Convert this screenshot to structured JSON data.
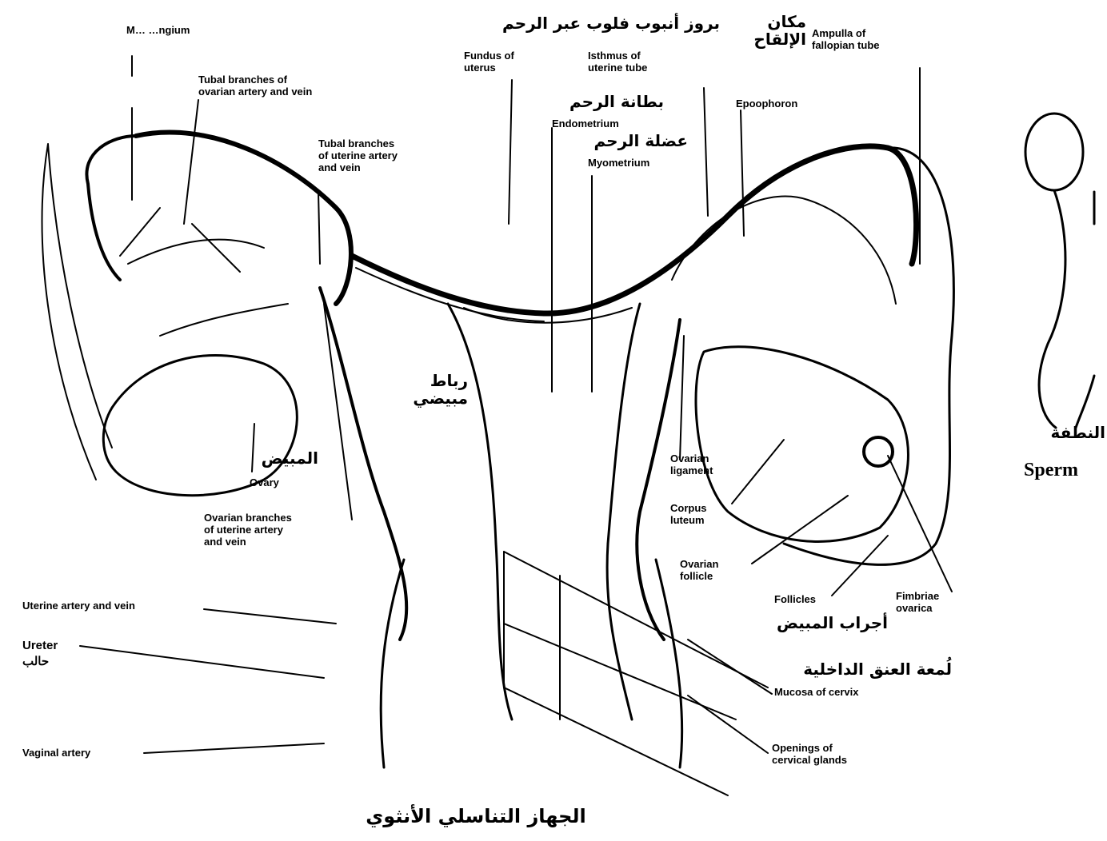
{
  "diagram": {
    "caption_ar": "الجهاز التناسلي الأنثوي",
    "labels": {
      "mesosalpinx": "M… …ngium",
      "tubal_branches_ovarian": "Tubal branches of\novarian artery and vein",
      "tubal_branches_uterine": "Tubal branches\nof uterine artery\nand vein",
      "fundus": "Fundus of\nuterus",
      "isthmus": "Isthmus of\nuterine tube",
      "ampulla": "Ampulla of\nfallopian tube",
      "fundus_ar": "بروز أنبوب فلوب عبر الرحم",
      "ampulla_ar": "مكان\nالإلقاح",
      "endometrium_ar": "بطانة الرحم",
      "endometrium": "Endometrium",
      "myometrium_ar": "عضلة الرحم",
      "myometrium": "Myometrium",
      "epoophoron": "Epoophoron",
      "ovarian_ligament_ar": "رباط\nمبيضي",
      "ovary_ar": "المبيض",
      "ovary": "Ovary",
      "ovarian_branches": "Ovarian branches\nof uterine artery\nand vein",
      "ovarian_ligament": "Ovarian\nligament",
      "corpus_luteum": "Corpus\nluteum",
      "ovarian_follicle": "Ovarian\nfollicle",
      "follicles": "Follicles",
      "follicles_ar": "أجراب المبيض",
      "fimbriae": "Fimbriae\novarica",
      "uterine_artery": "Uterine artery and vein",
      "ureter": "Ureter\nحالب",
      "vaginal_artery": "Vaginal artery",
      "mucosa_ar": "لُمعة العنق الداخلية",
      "mucosa": "Mucosa of cervix",
      "cervical_glands": "Openings of\ncervical glands",
      "sperm_ar": "النطفة",
      "sperm": "Sperm"
    }
  }
}
